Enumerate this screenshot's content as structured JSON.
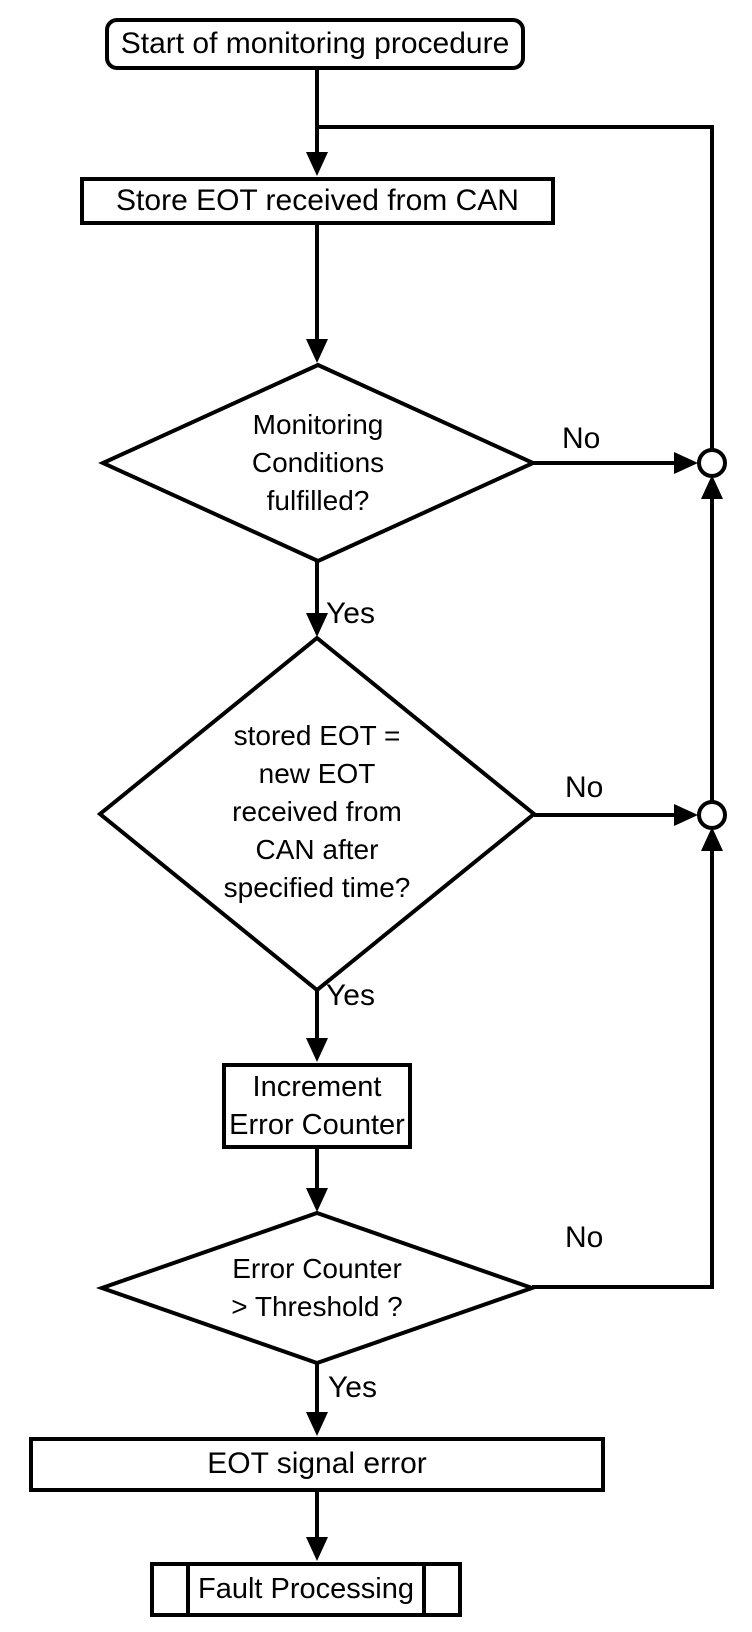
{
  "nodes": {
    "start": "Start of monitoring procedure",
    "store_eot": "Store EOT received from CAN",
    "monitoring_conditions": "Monitoring\nConditions\nfulfilled?",
    "stored_eot_compare": "stored EOT =\nnew EOT\nreceived from\nCAN after\nspecified time?",
    "increment_counter": "Increment\nError Counter",
    "counter_threshold": "Error Counter\n> Threshold ?",
    "eot_signal_error": "EOT signal error",
    "fault_processing": "Fault Processing"
  },
  "edge_labels": {
    "monitoring_no": "No",
    "monitoring_yes": "Yes",
    "compare_no": "No",
    "compare_yes": "Yes",
    "threshold_no": "No",
    "threshold_yes": "Yes"
  },
  "colors": {
    "line": "#000000",
    "background": "#ffffff",
    "text": "#000000"
  }
}
